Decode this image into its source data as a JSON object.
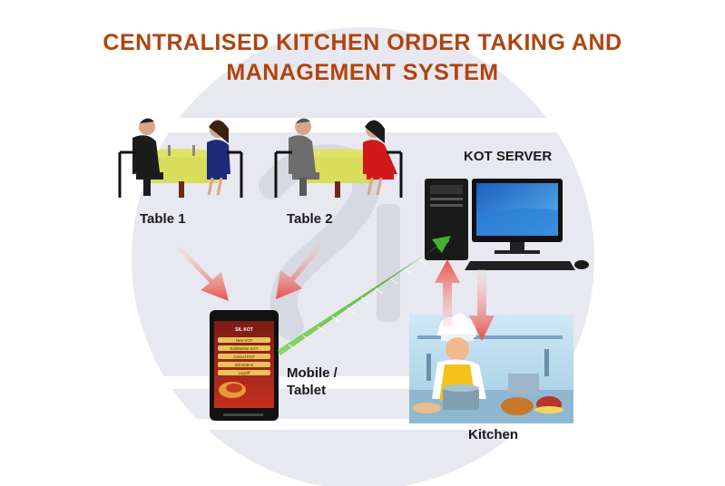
{
  "title": {
    "line1": "CENTRALISED KITCHEN ORDER TAKING AND",
    "line2": "MANAGEMENT SYSTEM"
  },
  "nodes": {
    "table1": "Table 1",
    "table2": "Table 2",
    "server": "KOT SERVER",
    "mobile_line1": "Mobile /",
    "mobile_line2": "Tablet",
    "kitchen": "Kitchen"
  },
  "tablet_screen": {
    "menu": [
      "New KOT",
      "Edit/Delete KOT",
      "Cancel KOT",
      "Bill Orders",
      "LogOff"
    ]
  },
  "colors": {
    "title": "#b0440e",
    "arrow_red": "#e8504a",
    "arrow_green": "#56c23a",
    "watermark": "#e4e6ee"
  }
}
